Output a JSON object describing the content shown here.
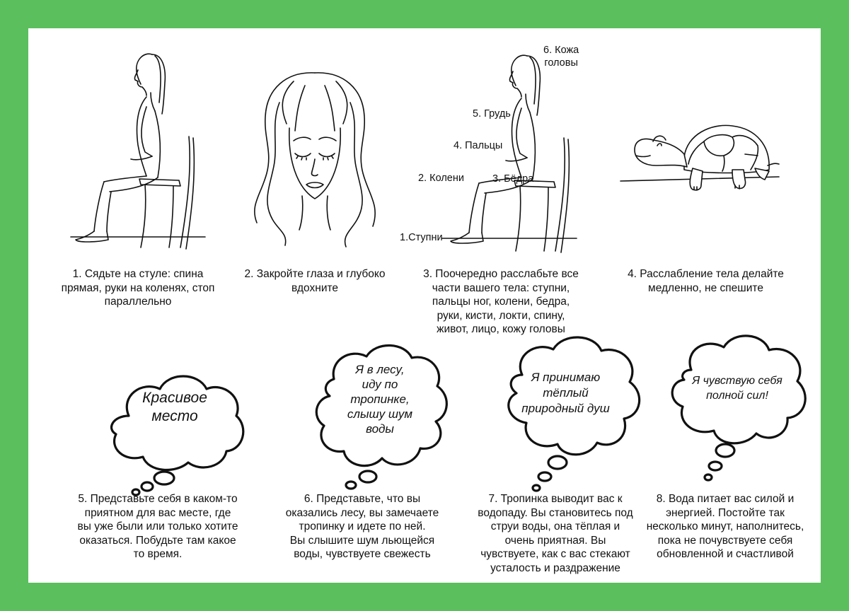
{
  "steps": [
    {
      "caption": "1. Сядьте на стуле: спина\nпрямая, руки на коленях, стоп\nпараллельно"
    },
    {
      "caption": "2. Закройте глаза и глубоко\nвдохните"
    },
    {
      "caption": "3. Поочередно расслабьте все\nчасти вашего тела: ступни,\nпальцы ног, колени, бедра,\nруки, кисти, локти, спину,\nживот, лицо, кожу головы"
    },
    {
      "caption": "4. Расслабление тела делайте\nмедленно, не спешите"
    },
    {
      "caption": "5. Представьте себя в каком-то\nприятном для вас месте, где\nвы уже были или только хотите\nоказаться. Побудьте там какое\nто время."
    },
    {
      "caption": "6. Представьте, что вы\nоказались лесу, вы замечаете\nтропинку и идете по ней.\nВы слышите шум льющейся\nводы, чувствуете свежесть"
    },
    {
      "caption": "7. Тропинка выводит вас к\nводопаду. Вы становитесь под\nструи воды, она тёплая и\nочень приятная. Вы\nчувствуете, как с вас стекают\nусталость и раздражение"
    },
    {
      "caption": "8. Вода питает вас силой и\nэнергией. Постойте так\nнесколько минут, наполнитесь,\nпока не почувствуете себя\nобновленной и счастливой"
    }
  ],
  "body_parts": {
    "feet": "1.Ступни",
    "knees": "2. Колени",
    "hips": "3. Бёдра",
    "fingers": "4. Пальцы",
    "chest": "5. Грудь",
    "scalp": "6. Кожа\nголовы"
  },
  "thoughts": [
    "Красивое\nместо",
    "Я в лесу,\nиду по\nтропинке,\nслышу шум\nводы",
    "Я принимаю\nтёплый\nприродный  душ",
    "Я чувствую себя\nполной сил!"
  ]
}
